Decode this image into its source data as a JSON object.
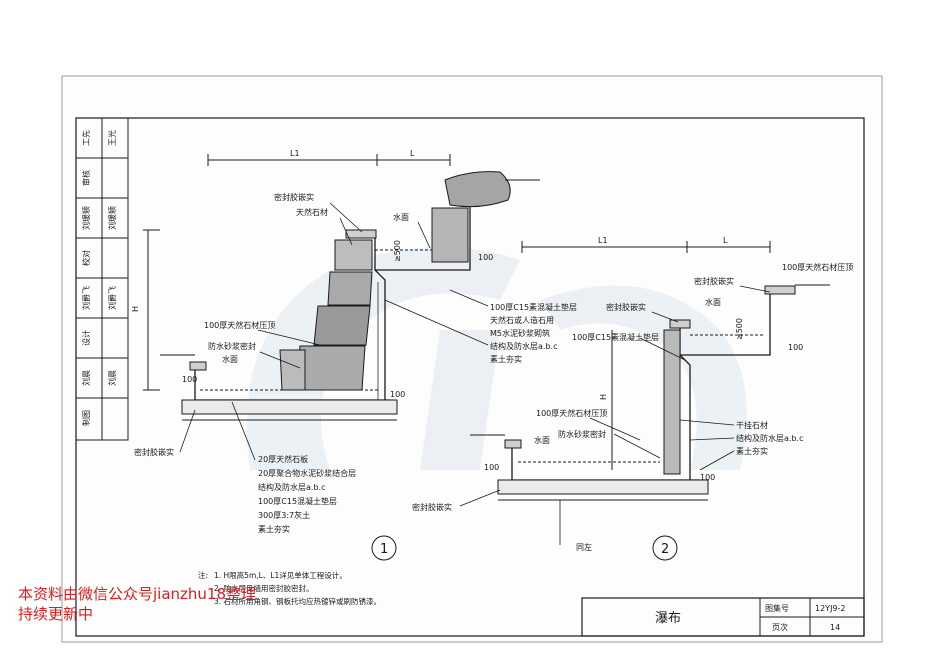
{
  "sidebar": {
    "cells": [
      {
        "role": "工先",
        "name": "王光"
      },
      {
        "role": "审核",
        "name": ""
      },
      {
        "role": "刘瑗颖",
        "name": "刘瑗颖"
      },
      {
        "role": "校对",
        "name": ""
      },
      {
        "role": "刘爵飞",
        "name": "刘爵飞"
      },
      {
        "role": "设计",
        "name": ""
      },
      {
        "role": "刘晨",
        "name": "刘晨"
      },
      {
        "role": "制图",
        "name": ""
      }
    ]
  },
  "detail1": {
    "dim_L1": "L1",
    "dim_L": "L",
    "dim_H": "H",
    "dim_500": "≥500",
    "dim_100": "100",
    "labels_top": [
      "密封胶嵌实",
      "天然石材",
      "水面"
    ],
    "labels_right": [
      "100厚C15素混凝土垫层",
      "天然石或人造石用",
      "M5水泥砂浆砌筑",
      "结构及防水层a.b.c",
      "素土夯实"
    ],
    "labels_left": [
      "100厚天然石材压顶",
      "防水砂浆密封",
      "水面"
    ],
    "label_seal": "密封胶嵌实",
    "layers": [
      "20厚天然石板",
      "20厚聚合物水泥砂浆结合层",
      "结构及防水层a.b.c",
      "100厚C15混凝土垫层",
      "300厚3:7灰土",
      "素土夯实"
    ],
    "number": "1"
  },
  "detail2": {
    "dim_L1": "L1",
    "dim_L": "L",
    "dim_H": "H",
    "dim_500": "≥500",
    "dim_100": "100",
    "labels_top": [
      "密封胶嵌实",
      "100厚天然石材压顶",
      "水面",
      "100厚C15素混凝土垫层"
    ],
    "labels_left": [
      "100厚天然石材压顶",
      "防水砂浆密封",
      "水面"
    ],
    "labels_right": [
      "干挂石材",
      "结构及防水层a.b.c",
      "素土夯实"
    ],
    "label_seal": "密封胶嵌实",
    "label_same": "同左",
    "number": "2"
  },
  "notes": {
    "heading": "注:",
    "items": [
      "1. H限高5m,L、L1详见单体工程设计。",
      "2. 防水层见墙用密封胶密封。",
      "3. 石材所用角钢、钢板托均应热镀锌或刷防锈漆。"
    ]
  },
  "title_block": {
    "title": "瀑布",
    "atlas_label": "图集号",
    "atlas_value": "12YJ9-2",
    "page_label": "页次",
    "page_value": "14"
  },
  "watermark": {
    "line1": "本资料由微信公众号jianzhu18整理",
    "line2": "持续更新中"
  },
  "colors": {
    "watermark": "#d81e1e",
    "line": "#1a1a1a",
    "hatch": "#555555",
    "bg_logo": "#dfe7ef"
  }
}
